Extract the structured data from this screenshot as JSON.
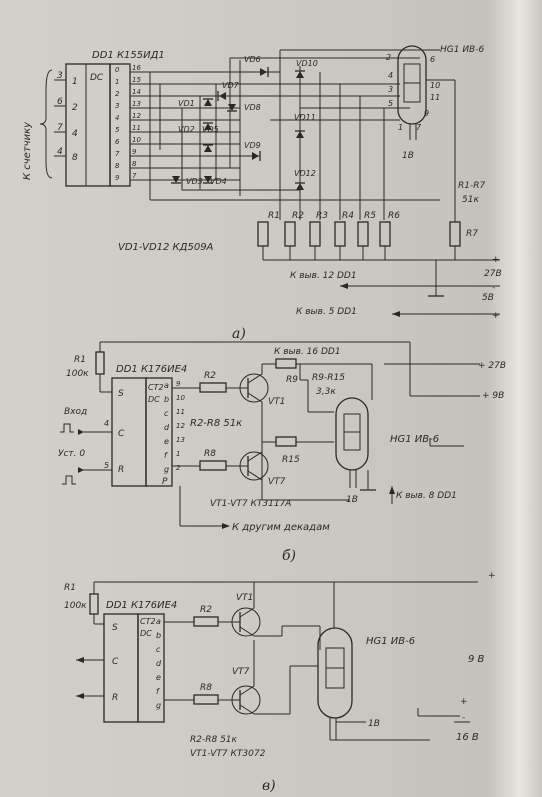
{
  "a": {
    "dd1_label": "DD1 К155ИД1",
    "dc": "DC",
    "to_counter": "К счетчику",
    "inputs": [
      {
        "pin": "3",
        "w": "1"
      },
      {
        "pin": "6",
        "w": "2"
      },
      {
        "pin": "7",
        "w": "4"
      },
      {
        "pin": "4",
        "w": "8"
      }
    ],
    "outputs": [
      "0",
      "1",
      "2",
      "3",
      "4",
      "5",
      "6",
      "7",
      "8",
      "9"
    ],
    "out_pins": [
      "16",
      "15",
      "14",
      "13",
      "12",
      "11",
      "10",
      "9",
      "8",
      "7"
    ],
    "diodes": [
      "VD1",
      "VD2",
      "VD3",
      "VD4",
      "VD5",
      "VD6",
      "VD7",
      "VD8",
      "VD9",
      "VD10",
      "VD11",
      "VD12"
    ],
    "resistors": [
      "R1",
      "R2",
      "R3",
      "R4",
      "R5",
      "R6",
      "R7"
    ],
    "ind": "HG1 ИВ-6",
    "r_note": "R1-R7",
    "r_val": "51к",
    "vd_note": "VD1-VD12  КД509А",
    "pin_outputs": [
      "2",
      "4",
      "3",
      "5",
      "6",
      "10",
      "11",
      "9"
    ],
    "anode": "1B",
    "pin_1": "1",
    "pin_7": "7",
    "dd1_12": "К выв. 12 DD1",
    "v27": "27В",
    "dd1_5": "К выв. 5 DD1",
    "v5": "5В",
    "plus": "+",
    "minus": "-",
    "caption": "а)"
  },
  "b": {
    "r1": "R1",
    "r1_val": "100к",
    "dd1": "DD1 К176ИЕ4",
    "dd1_16": "К выв. 16 DD1",
    "v27": "+ 27В",
    "v9": "+ 9В",
    "ct2": "CT2",
    "dc": "DC",
    "s": "S",
    "c": "C",
    "r": "R",
    "p": "P",
    "pin_4": "4",
    "pin_5": "5",
    "vhod": "Вход",
    "ust": "Уст. 0",
    "seg_pins": [
      "9",
      "10",
      "11",
      "12",
      "13",
      "1",
      "2"
    ],
    "segs": [
      "a",
      "b",
      "c",
      "d",
      "e",
      "f",
      "g"
    ],
    "r2": "R2",
    "r8": "R8",
    "r2r8": "R2-R8 51к",
    "vt1": "VT1",
    "vt7": "VT7",
    "r9": "R9",
    "r15": "R15",
    "r9r15": "R9-R15",
    "r9r15_val": "3,3к",
    "ind": "HG1 ИВ-6",
    "anode": "1B",
    "dd1_8": "К выв. 8 DD1",
    "vt_note": "VT1-VT7  КТ3117А",
    "other": "К другим декадам",
    "caption": "б)"
  },
  "c": {
    "r1": "R1",
    "r1_val": "100к",
    "dd1": "DD1 К176ИЕ4",
    "ct2": "CT2",
    "dc": "DC",
    "s": "S",
    "c": "C",
    "r": "R",
    "segs": [
      "a",
      "b",
      "c",
      "d",
      "e",
      "f",
      "g"
    ],
    "r2": "R2",
    "r8": "R8",
    "vt1": "VT1",
    "vt7": "VT7",
    "ind": "HG1 ИВ-6",
    "v9": "9 В",
    "v16": "16 В",
    "anode": "1B",
    "r2r8": "R2-R8  51к",
    "vt_note": "VT1-VT7  КТ3072",
    "plus": "+",
    "minus": "-",
    "caption": "в)"
  }
}
